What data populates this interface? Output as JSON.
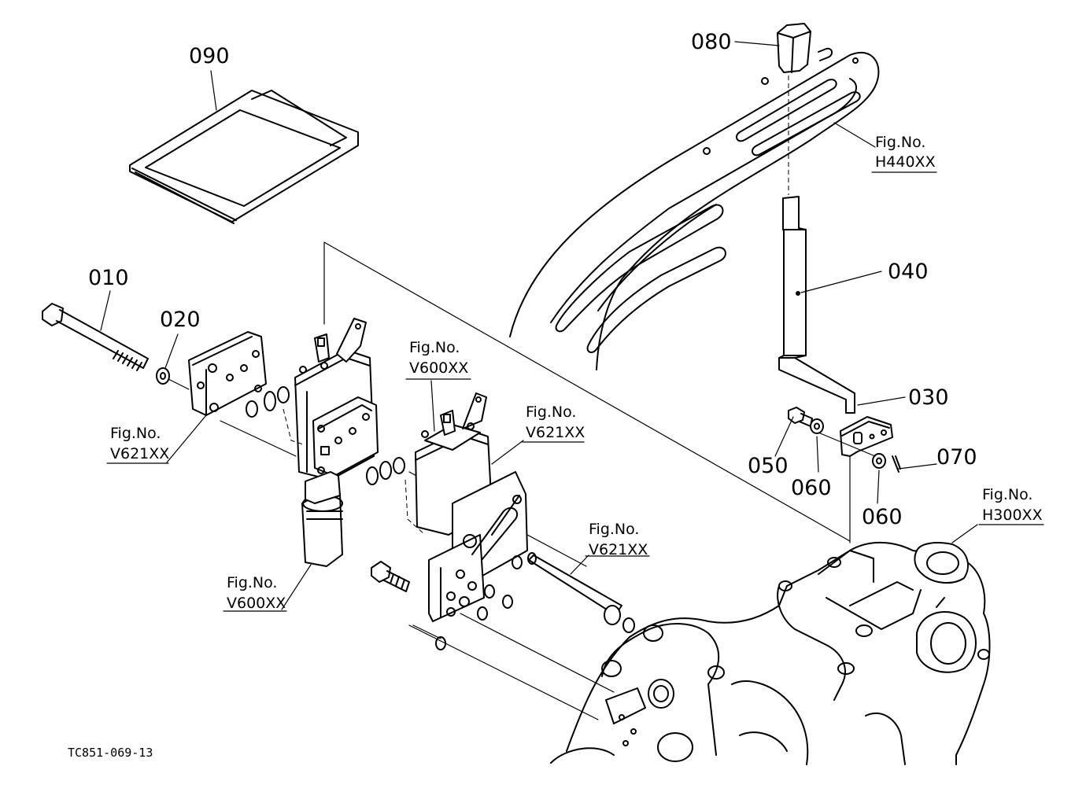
{
  "drawing_code": "TC851-069-13",
  "callouts": [
    {
      "id": "c090",
      "label": "090"
    },
    {
      "id": "c080",
      "label": "080"
    },
    {
      "id": "c010",
      "label": "010"
    },
    {
      "id": "c020",
      "label": "020"
    },
    {
      "id": "c040",
      "label": "040"
    },
    {
      "id": "c030",
      "label": "030"
    },
    {
      "id": "c050",
      "label": "050"
    },
    {
      "id": "c060a",
      "label": "060"
    },
    {
      "id": "c070",
      "label": "070"
    },
    {
      "id": "c060b",
      "label": "060"
    }
  ],
  "fig_refs": [
    {
      "id": "f1",
      "prefix": "Fig.No.",
      "code": "H440XX"
    },
    {
      "id": "f2",
      "prefix": "Fig.No.",
      "code": "V600XX"
    },
    {
      "id": "f3",
      "prefix": "Fig.No.",
      "code": "V621XX"
    },
    {
      "id": "f4",
      "prefix": "Fig.No.",
      "code": "V621XX"
    },
    {
      "id": "f5",
      "prefix": "Fig.No.",
      "code": "H300XX"
    },
    {
      "id": "f6",
      "prefix": "Fig.No.",
      "code": "V621XX"
    },
    {
      "id": "f7",
      "prefix": "Fig.No.",
      "code": "V600XX"
    }
  ]
}
